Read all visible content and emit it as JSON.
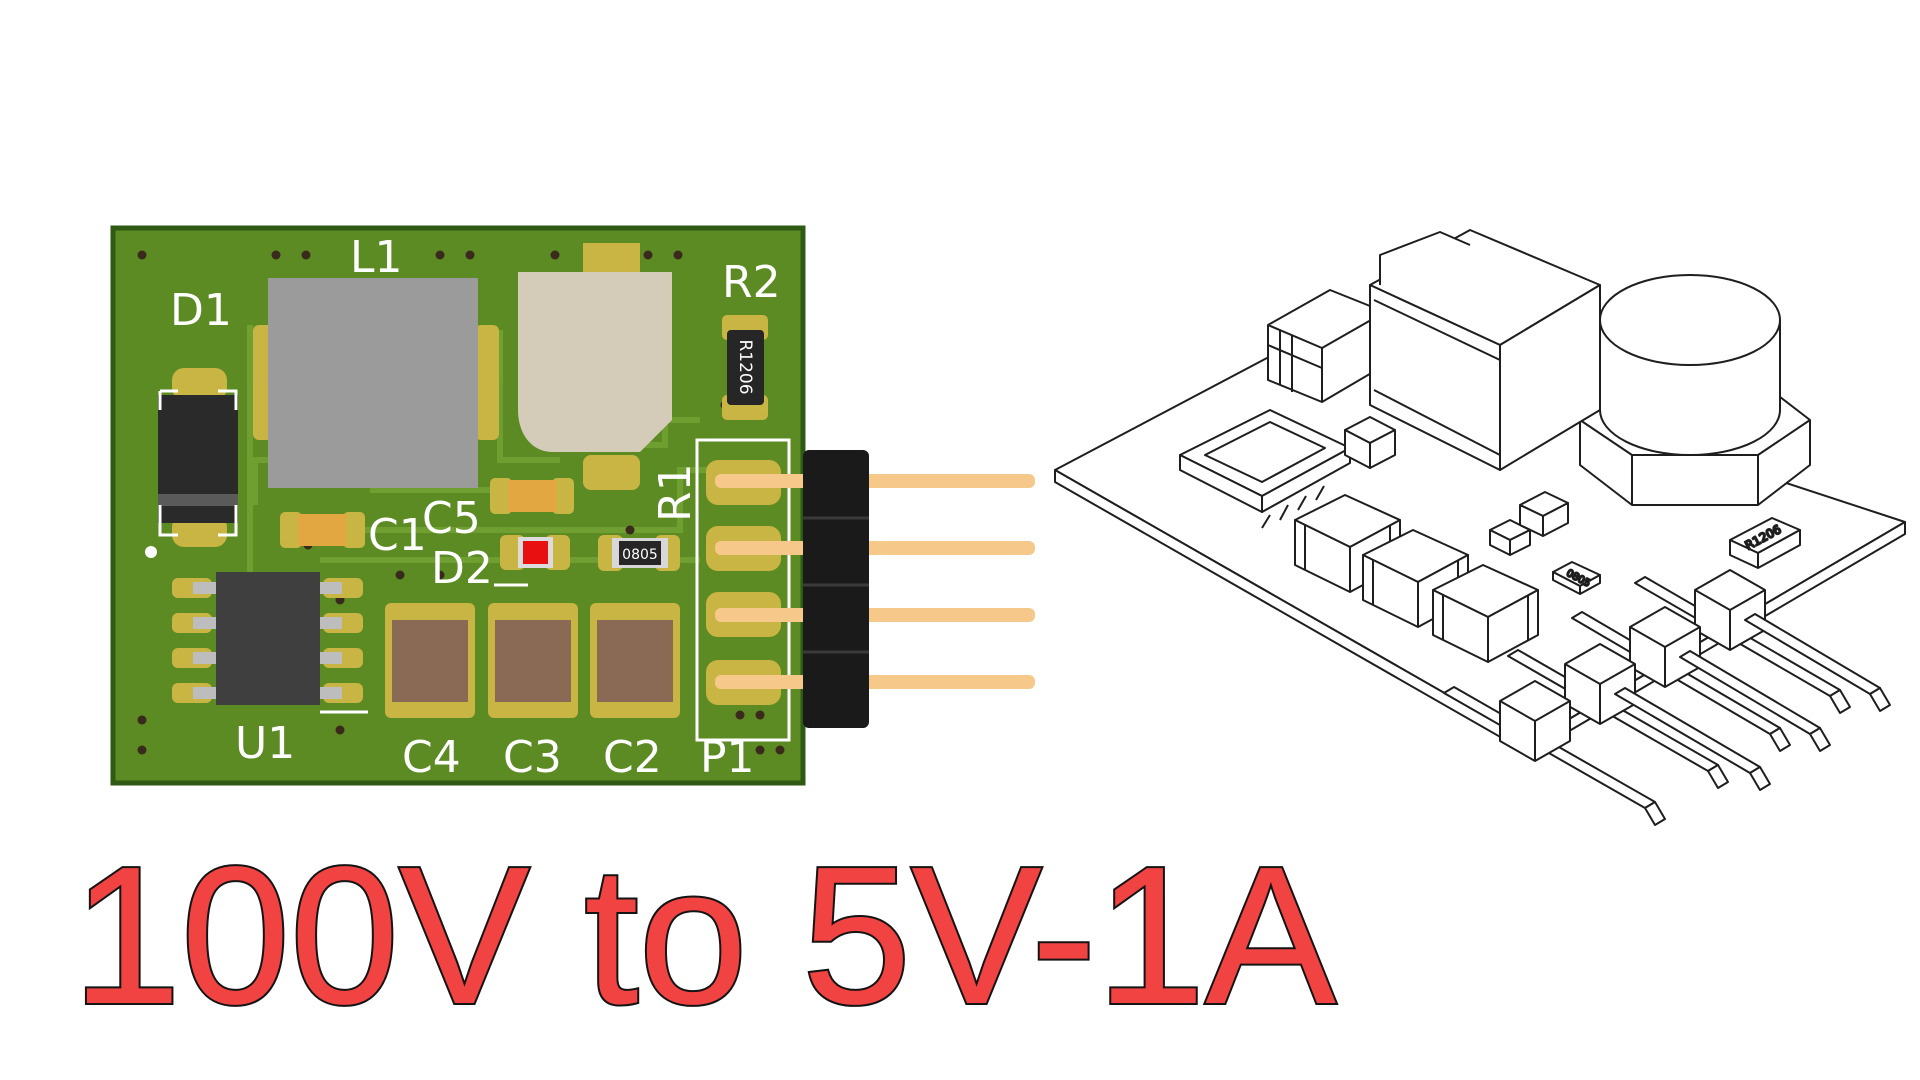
{
  "headline": "100V to 5V-1A",
  "pcb_top_view": {
    "designators": {
      "inductor": "L1",
      "diode_d1": "D1",
      "resistor_r2": "R2",
      "resistor_r1": "R1",
      "capacitor_c1": "C1",
      "capacitor_c5": "C5",
      "led_d2": "D2",
      "ic_u1": "U1",
      "capacitor_c4": "C4",
      "capacitor_c3": "C3",
      "capacitor_c2": "C2",
      "header_p1": "P1"
    },
    "part_markings": {
      "r2_package": "R1206",
      "r1_package": "0805"
    }
  },
  "iso_view": {
    "part_markings": {
      "resistor_package": "R1206",
      "small_resistor_package": "0805"
    }
  },
  "colors": {
    "headline_fill": "#f24343",
    "headline_outline": "#141414",
    "pcb_green": "#5c8a23",
    "pcb_edge": "#2f5a14",
    "copper_pad": "#c9b544",
    "inductor_body": "#9b9b9b",
    "capacitor_body": "#8a6a55",
    "header_body": "#1a1a1a",
    "header_pin": "#f6c98a",
    "led_red": "#e81010"
  }
}
